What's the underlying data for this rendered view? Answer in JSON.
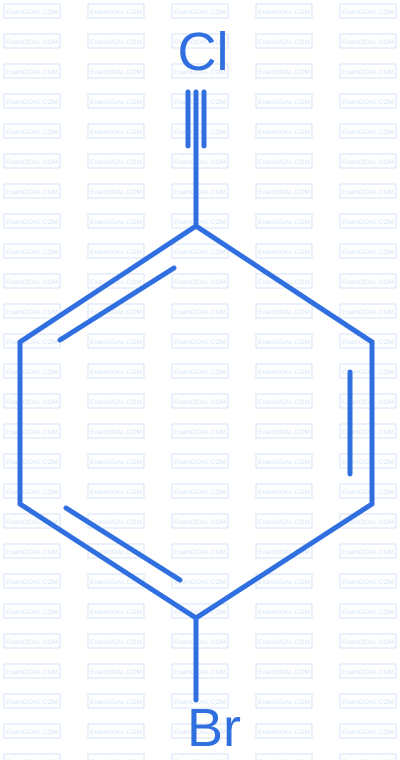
{
  "colors": {
    "bond": "#2f6fe0",
    "watermark": "#d6e3f8",
    "background": "#ffffff"
  },
  "watermark": {
    "text": "ExamGOAL.COM"
  },
  "molecule": {
    "atoms": {
      "top_label": "Cl",
      "bottom_label": "Br"
    }
  }
}
